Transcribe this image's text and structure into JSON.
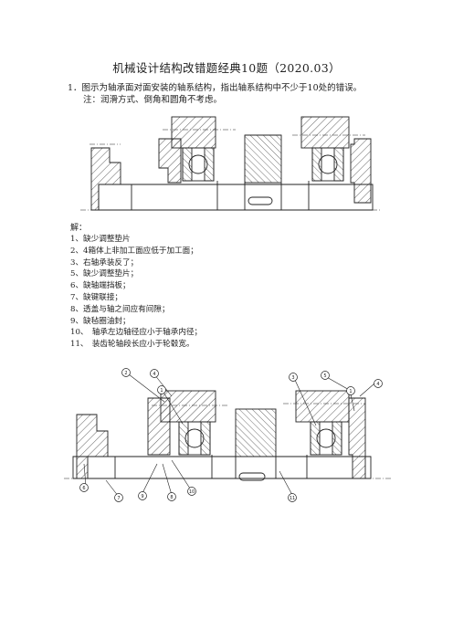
{
  "document": {
    "title": "机械设计结构改错题经典10题（2020.03）",
    "question": "1．图示为轴承面对面安装的轴系结构，指出轴系结构中不少于10处的错误。",
    "note": "注：润滑方式、倒角和圆角不考虑。",
    "solution_label": "解：",
    "answers": [
      "1、缺少调整垫片",
      "2、4箱体上非加工面应低于加工面；",
      "3、右轴承装反了；",
      "5、缺少调整垫片；",
      "6、缺轴端挡板；",
      "7、缺键联接；",
      "8、透盖与轴之间应有间隙；",
      "9、缺毡圈油封；",
      "10、　轴承左边轴径应小于轴承内径；",
      "11、　装齿轮轴段长应小于轮毂宽。"
    ],
    "callouts": [
      "1",
      "2",
      "3",
      "4",
      "5",
      "6",
      "7",
      "8",
      "9",
      "10",
      "11"
    ]
  },
  "colors": {
    "ink": "#222222",
    "hatch": "#333333",
    "paper": "#ffffff"
  }
}
